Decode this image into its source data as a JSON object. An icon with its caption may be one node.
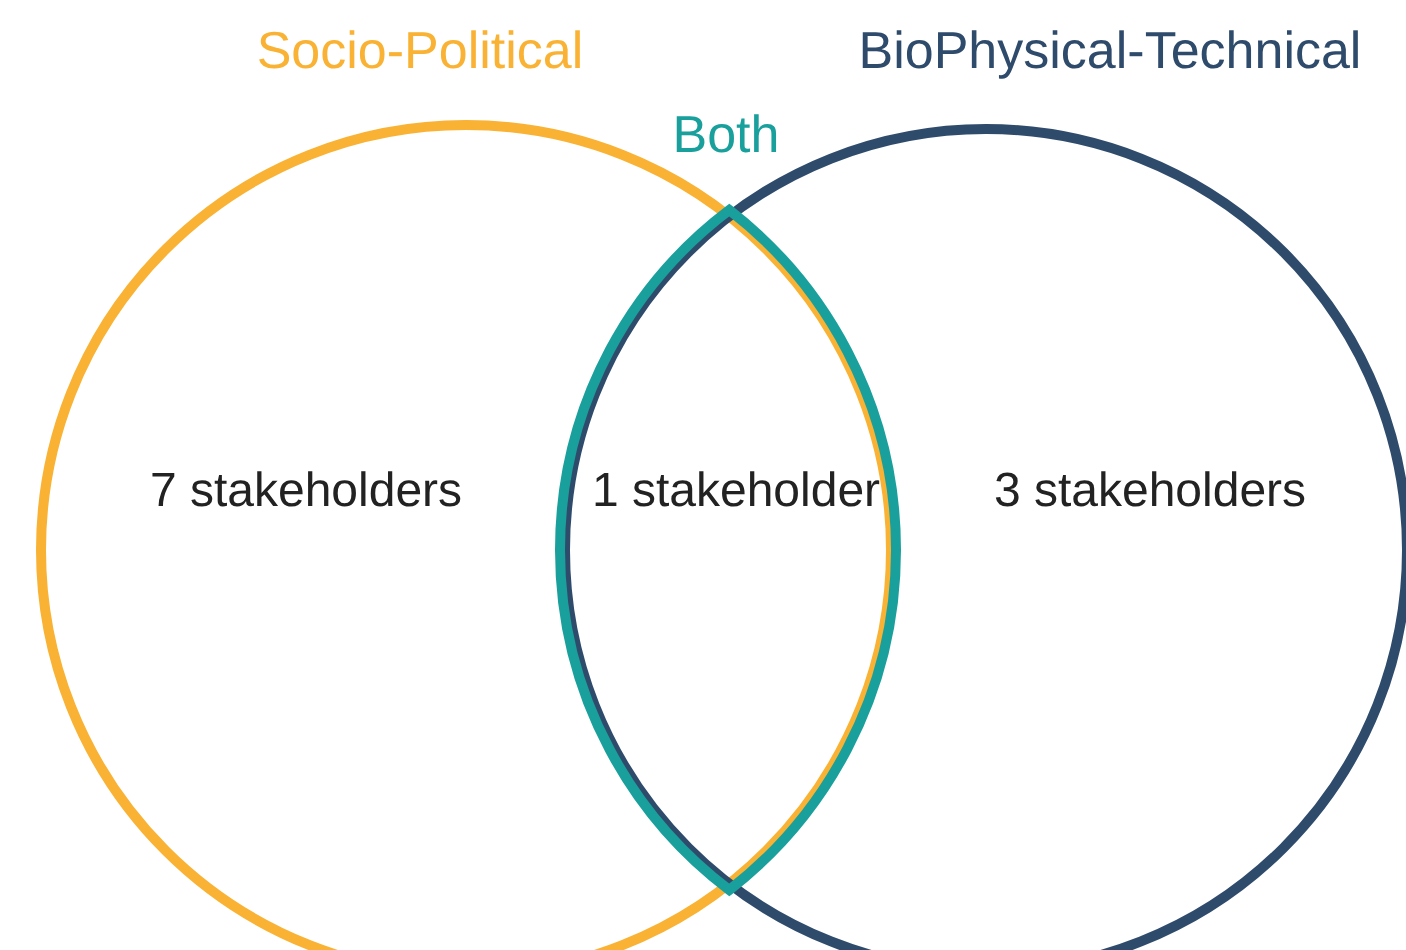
{
  "diagram": {
    "nodes": [
      {
        "text": [
          "Socio-Political",
          "7 stakeholders"
        ]
      },
      {
        "text": [
          "BioPhysical-Technical",
          "3 stakeholders"
        ]
      },
      {
        "text": [
          "Both",
          "1 stakeholder"
        ]
      }
    ],
    "edges": []
  }
}
